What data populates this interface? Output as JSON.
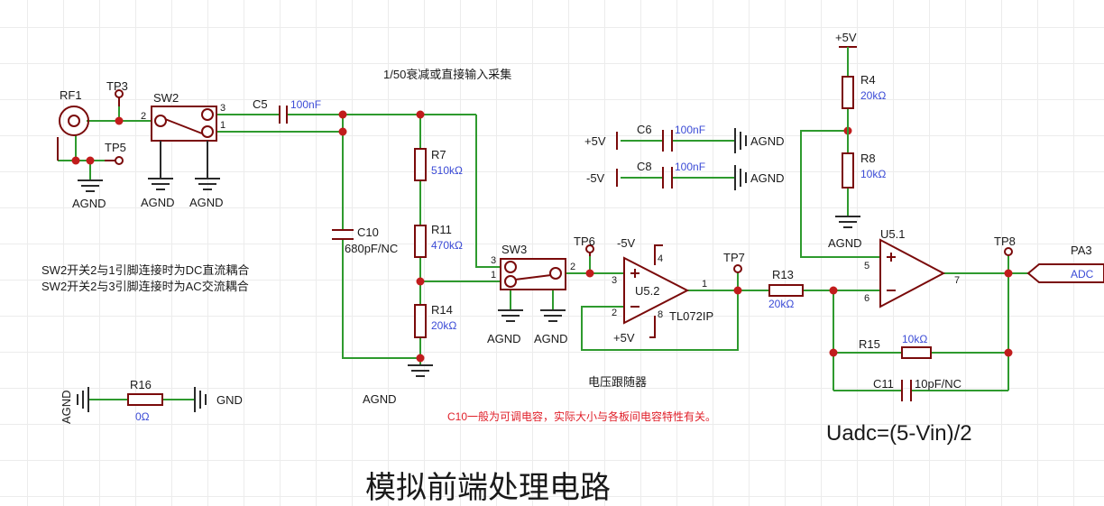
{
  "title": "模拟前端处理电路",
  "formula": "Uadc=(5-Vin)/2",
  "notes": {
    "attenuation": "1/50衰减或直接输入采集",
    "sw2_dc": "SW2开关2与1引脚连接时为DC直流耦合",
    "sw2_ac": "SW2开关2与3引脚连接时为AC交流耦合",
    "follower": "电压跟随器",
    "c10_note": "C10一般为可调电容，实际大小与各板间电容特性有关。"
  },
  "components": {
    "RF1": {
      "ref": "RF1"
    },
    "TP3": {
      "ref": "TP3"
    },
    "TP5": {
      "ref": "TP5"
    },
    "TP6": {
      "ref": "TP6"
    },
    "TP7": {
      "ref": "TP7"
    },
    "TP8": {
      "ref": "TP8"
    },
    "SW2": {
      "ref": "SW2",
      "pins": [
        "2",
        "3",
        "1"
      ]
    },
    "SW3": {
      "ref": "SW3",
      "pins": [
        "3",
        "1",
        "2"
      ]
    },
    "C5": {
      "ref": "C5",
      "value": "100nF"
    },
    "C6": {
      "ref": "C6",
      "value": "100nF"
    },
    "C8": {
      "ref": "C8",
      "value": "100nF"
    },
    "C10": {
      "ref": "C10",
      "value": "680pF/NC"
    },
    "C11": {
      "ref": "C11",
      "value": "10pF/NC"
    },
    "R4": {
      "ref": "R4",
      "value": "20kΩ"
    },
    "R7": {
      "ref": "R7",
      "value": "510kΩ"
    },
    "R8": {
      "ref": "R8",
      "value": "10kΩ"
    },
    "R11": {
      "ref": "R11",
      "value": "470kΩ"
    },
    "R13": {
      "ref": "R13",
      "value": "20kΩ"
    },
    "R14": {
      "ref": "R14",
      "value": "20kΩ"
    },
    "R15": {
      "ref": "R15",
      "value": "10kΩ"
    },
    "R16": {
      "ref": "R16",
      "value": "0Ω"
    },
    "U52": {
      "ref": "U5.2",
      "part": "TL072IP",
      "pins": [
        "3",
        "2",
        "1",
        "4",
        "8"
      ]
    },
    "U51": {
      "ref": "U5.1",
      "pins": [
        "5",
        "6",
        "7"
      ]
    },
    "PA3": {
      "ref": "PA3",
      "net": "ADC"
    }
  },
  "nets": {
    "agnd": "AGND",
    "gnd": "GND",
    "p5v": "+5V",
    "m5v": "-5V"
  },
  "colors": {
    "wire": "#2e9a2e",
    "component": "#7a0a0a",
    "junction": "#c11c1c",
    "value_text": "#3b4bd6",
    "warning_text": "#e0202a"
  }
}
